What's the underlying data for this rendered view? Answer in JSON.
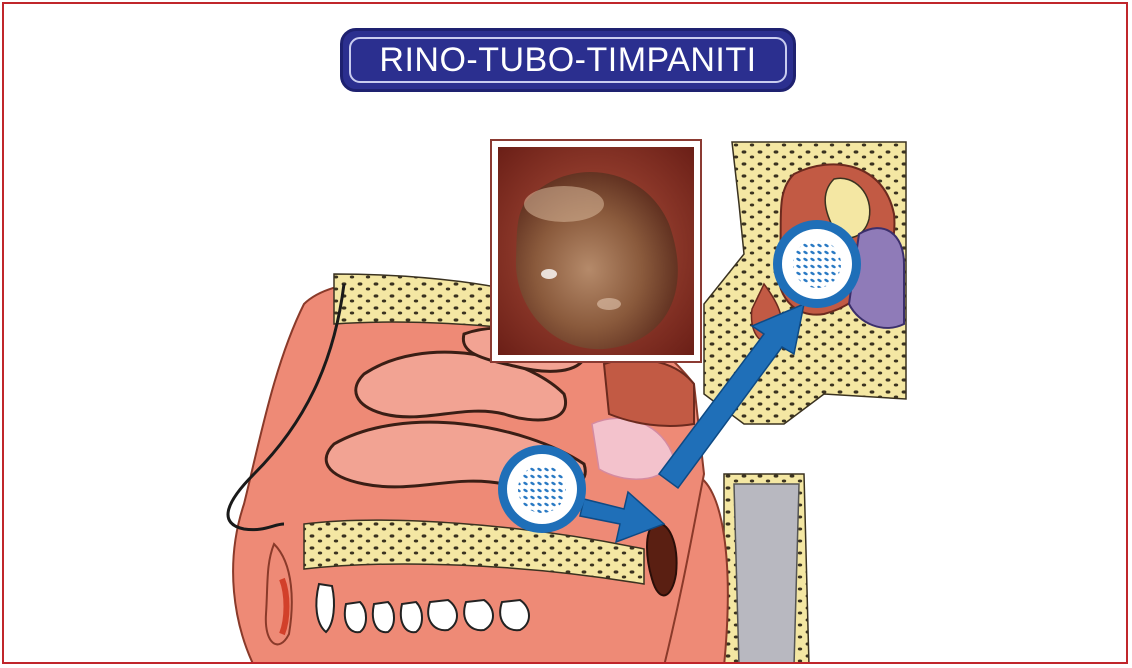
{
  "title": "RINO-TUBO-TIMPANITI",
  "icons": {
    "bacteria_badge_nose": "bacteria-icon",
    "bacteria_badge_ear": "bacteria-icon",
    "arrow_short": "arrow-right",
    "arrow_long": "arrow-up-right"
  },
  "colors": {
    "frame": "#c0262b",
    "title_bg": "#2b2f8f",
    "arrow": "#1f6fb8",
    "bone": "#f4e7a3",
    "mucosa": "#ee8a76"
  }
}
